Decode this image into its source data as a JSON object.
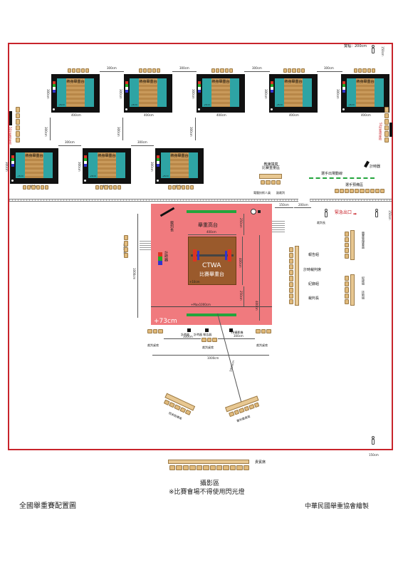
{
  "platforms": {
    "label": "熱身舉重台",
    "mark": "+5cm",
    "width_label": "400cm",
    "height_label": "300cm",
    "gap_label": "300cm"
  },
  "labels": {
    "entrance_width": "寬幅：200cm",
    "entrance_dim": "150cm",
    "tv_seats_left": "50吋電視座椅",
    "tv_seats_right": "50吋電視座椅",
    "coach_area": "教練填寫\n比賽重量區",
    "timer": "計時器",
    "athlete_path": "選手出場動線",
    "athlete_prep": "選手預備區",
    "tech_staff": "電腦技術人員",
    "vice_referee": "副裁判",
    "dim_150": "150cm",
    "dim_200": "200cm",
    "emergency_exit": "緊急出口",
    "referee": "裁判長",
    "lifting_stage": "舉重高台",
    "stage_width": "400cm",
    "competition_platform": "比賽舉重台",
    "ctwa": "CTWA",
    "clock_left": "計時器",
    "side_mark": "+10cm",
    "stage_label_left": "預賽台",
    "dim_1000_v": "1000cm",
    "dim_250_top": "250cm",
    "dim_400_right": "400cm",
    "dim_250_bot": "250cm",
    "dim_400_far": "400cm",
    "stage_len": "+Max1000cm",
    "height_marker": "+73cm",
    "board_left": "計時器",
    "board_mid": "計時器 報告器",
    "vb_label": "VB攝影機",
    "dim_300a": "300cm",
    "dim_300b": "300cm",
    "judge_a": "裁判桌席",
    "judge_b": "裁判桌席",
    "judge_c": "裁判桌席",
    "dim_1000_bottom": "1000cm",
    "dim_1000_diag": "1000cm",
    "announce": "報告組",
    "timekeeper": "計時裁判席",
    "record": "紀錄組",
    "jury": "裁判長",
    "right_group1": "競賽管理委員",
    "right_group2": "紀錄組",
    "right_group3": "技術組",
    "photo_zone_label": "技術指導席",
    "jury_bench": "審判委員席",
    "vip": "貴賓席",
    "photo_zone": "攝影區",
    "no_flash": "※比賽會場不得使用閃光燈",
    "bottom_dim": "150cm",
    "title": "全國舉重賽配置圖",
    "credit": "中華民國舉重協會繪製"
  },
  "colors": {
    "border": "#c8242b",
    "mat": "#2ea4a4",
    "stand": "#f07a7e",
    "board": "#9a5a2c",
    "chair": "#e0ba7c",
    "green": "#23a53c"
  }
}
